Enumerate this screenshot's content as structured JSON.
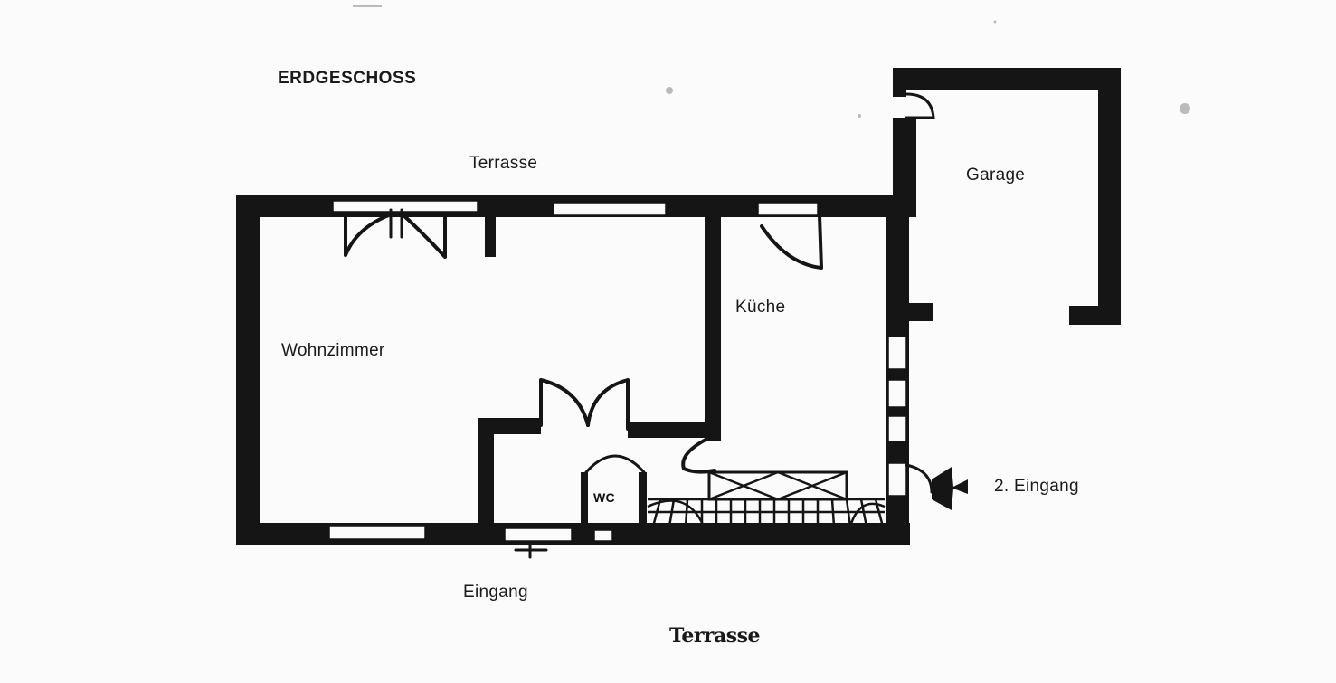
{
  "plan": {
    "title": "ERDGESCHOSS",
    "rooms": {
      "terrace_top": "Terrasse",
      "garage": "Garage",
      "kitchen": "Küche",
      "living_room": "Wohnzimmer",
      "wc": "WC",
      "second_entrance": "2. Eingang",
      "entrance": "Eingang",
      "terrace_bottom": "Terrasse"
    },
    "colors": {
      "wall": "#151515",
      "paper": "#fbfbfb"
    }
  }
}
